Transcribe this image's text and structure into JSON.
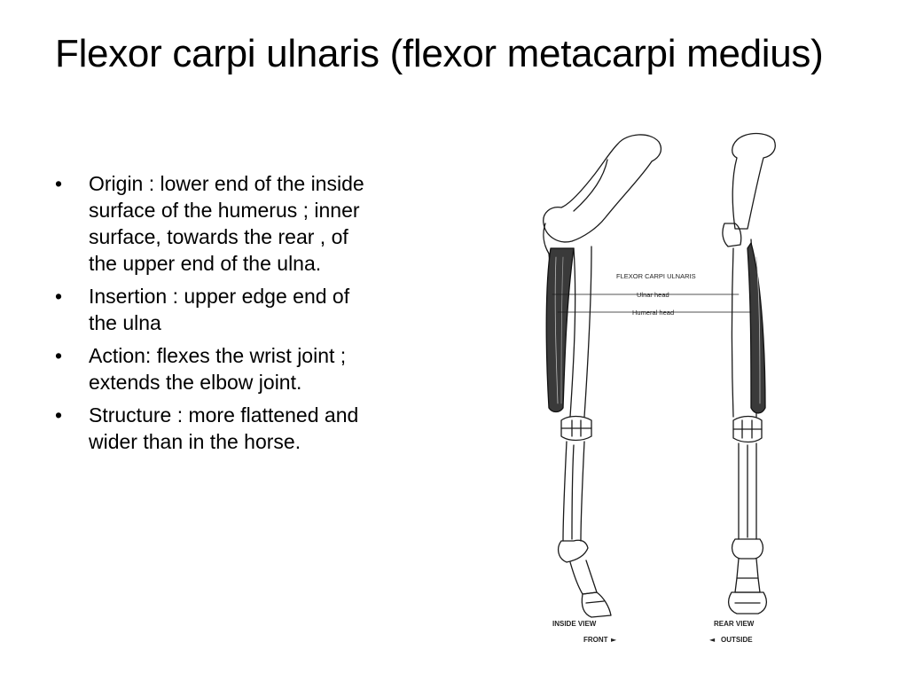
{
  "slide": {
    "title": "Flexor carpi ulnaris (flexor metacarpi medius)",
    "bullet_symbol": "•",
    "bullets": [
      "Origin : lower end of the inside surface of the humerus ; inner surface, towards the rear , of the upper end of the ulna.",
      "Insertion : upper edge end of the ulna",
      "Action: flexes the wrist joint ; extends the elbow joint.",
      "Structure : more flattened and wider than in the horse."
    ]
  },
  "figure": {
    "muscle_label": "FLEXOR CARPI ULNARIS",
    "ulnar_head_label": "Ulnar head",
    "humeral_head_label": "Humeral head",
    "left_view_label": "INSIDE VIEW",
    "left_direction_label": "FRONT",
    "right_view_label": "REAR VIEW",
    "right_direction_label": "OUTSIDE"
  }
}
